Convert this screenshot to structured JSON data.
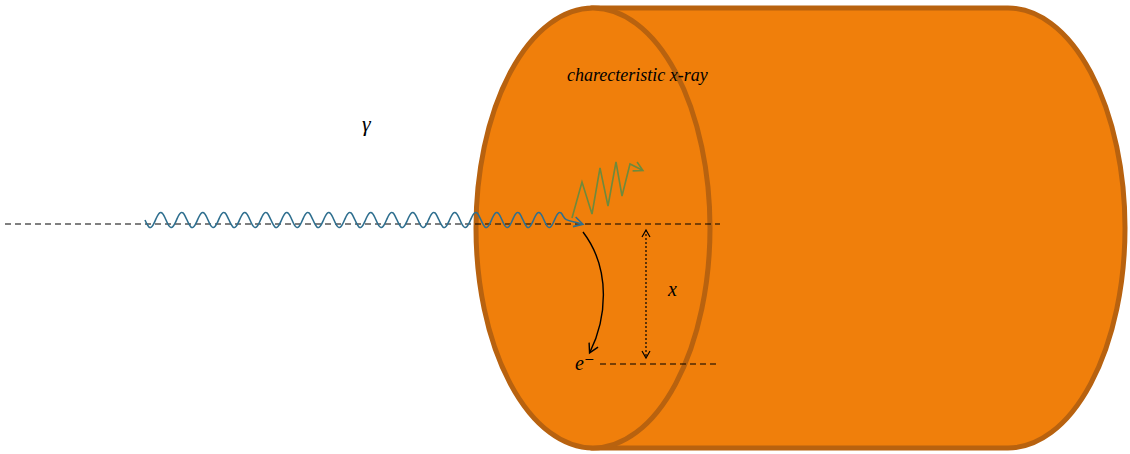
{
  "diagram": {
    "labels": [
      "γ",
      "charecteristic x-ray",
      "x",
      "e⁻"
    ]
  }
}
